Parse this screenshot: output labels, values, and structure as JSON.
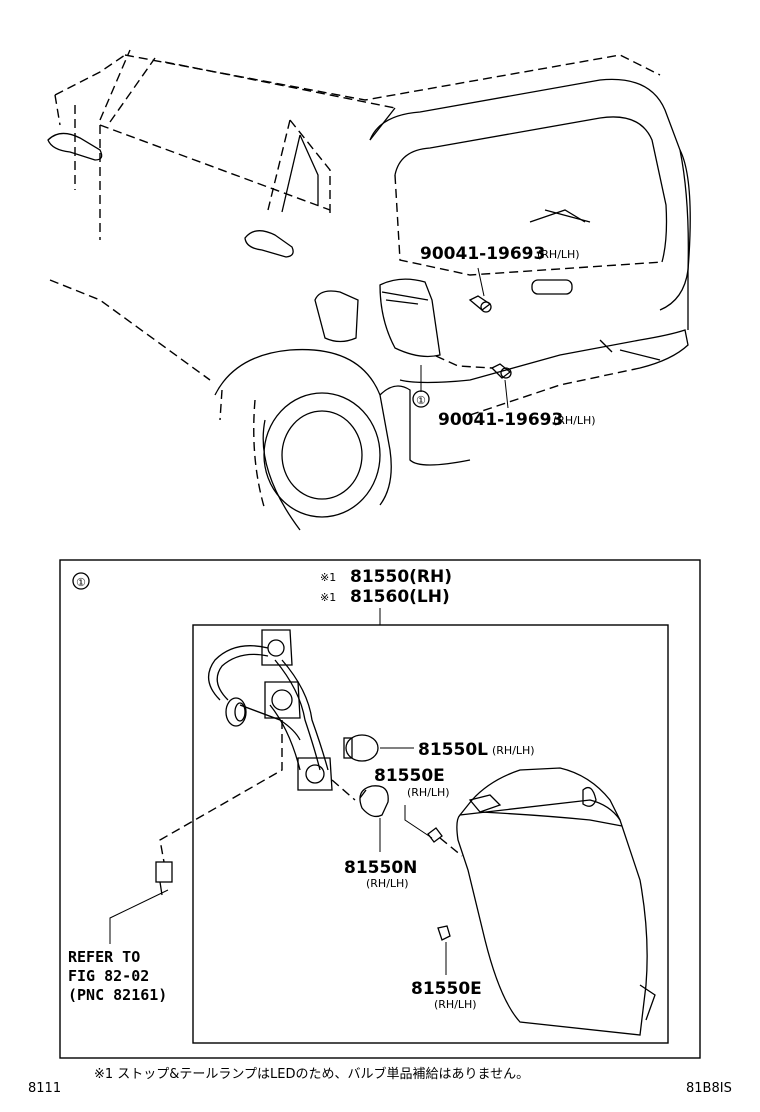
{
  "upper_callouts": [
    {
      "part": "90041-19693",
      "suffix": "(RH/LH)"
    },
    {
      "part": "90041-19693",
      "suffix": "(RH/LH)"
    }
  ],
  "detail_marker": "①",
  "detail": {
    "marker": "①",
    "top_labels": [
      {
        "prefix": "※1",
        "part": "81550(RH)"
      },
      {
        "prefix": "※1",
        "part": "81560(LH)"
      }
    ],
    "parts": [
      {
        "part": "81550L",
        "suffix": "(RH/LH)"
      },
      {
        "part": "81550E",
        "suffix": "(RH/LH)"
      },
      {
        "part": "81550N",
        "suffix": "(RH/LH)"
      },
      {
        "part": "81550E",
        "suffix": "(RH/LH)"
      }
    ],
    "refer": [
      "REFER TO",
      "FIG 82-02",
      "(PNC 82161)"
    ]
  },
  "footnote": "※1 ストップ&テールランプはLEDのため、バルブ単品補給はありません。",
  "page_left": "8111",
  "page_right": "81B8IS"
}
